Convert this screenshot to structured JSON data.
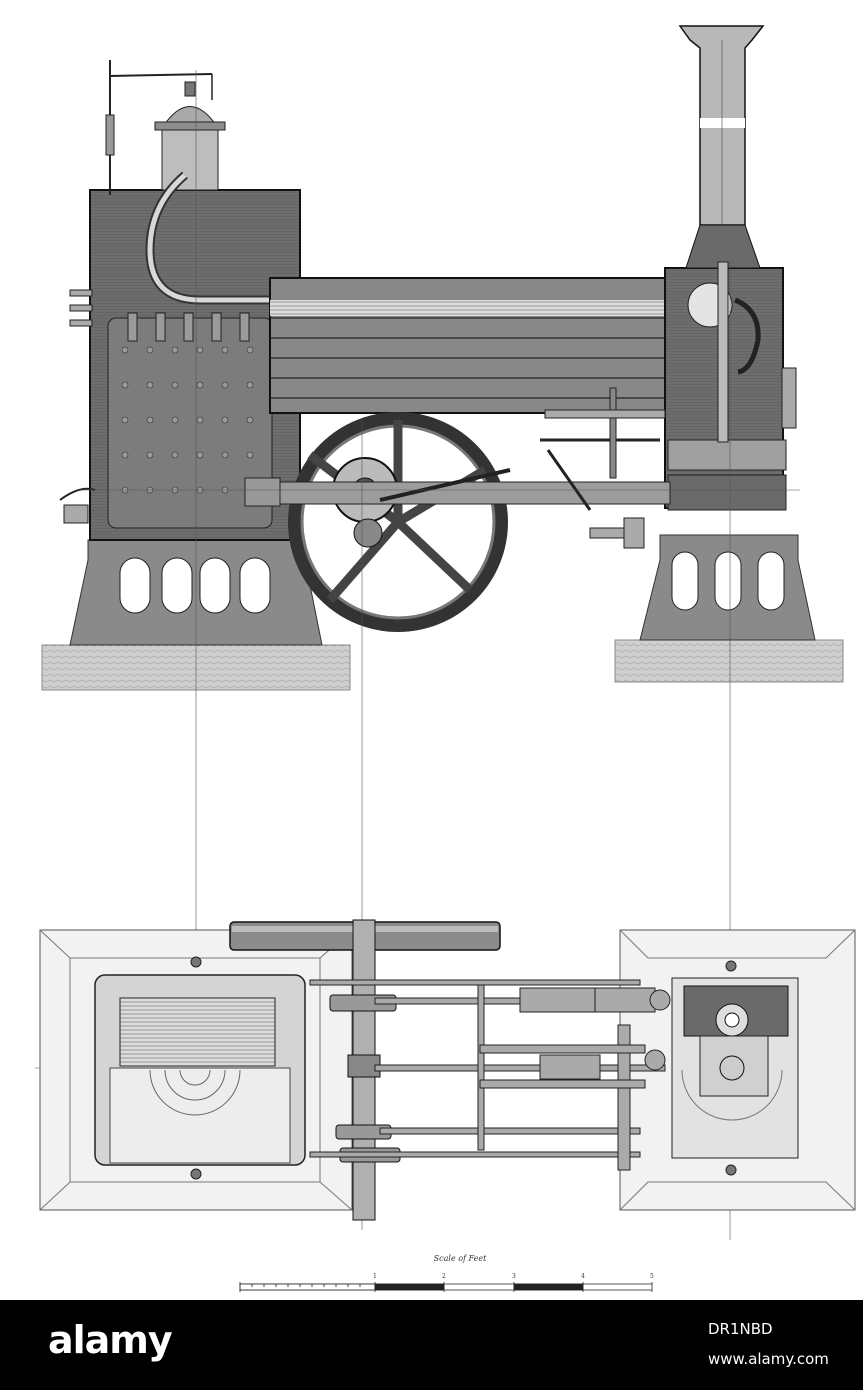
{
  "plate": {
    "scale_caption": "Scale of Feet",
    "scale_ticks": [
      "1",
      "2",
      "3",
      "4",
      "5"
    ]
  },
  "footer": {
    "brand": "alamy",
    "image_id": "DR1NBD",
    "url": "www.alamy.com"
  }
}
